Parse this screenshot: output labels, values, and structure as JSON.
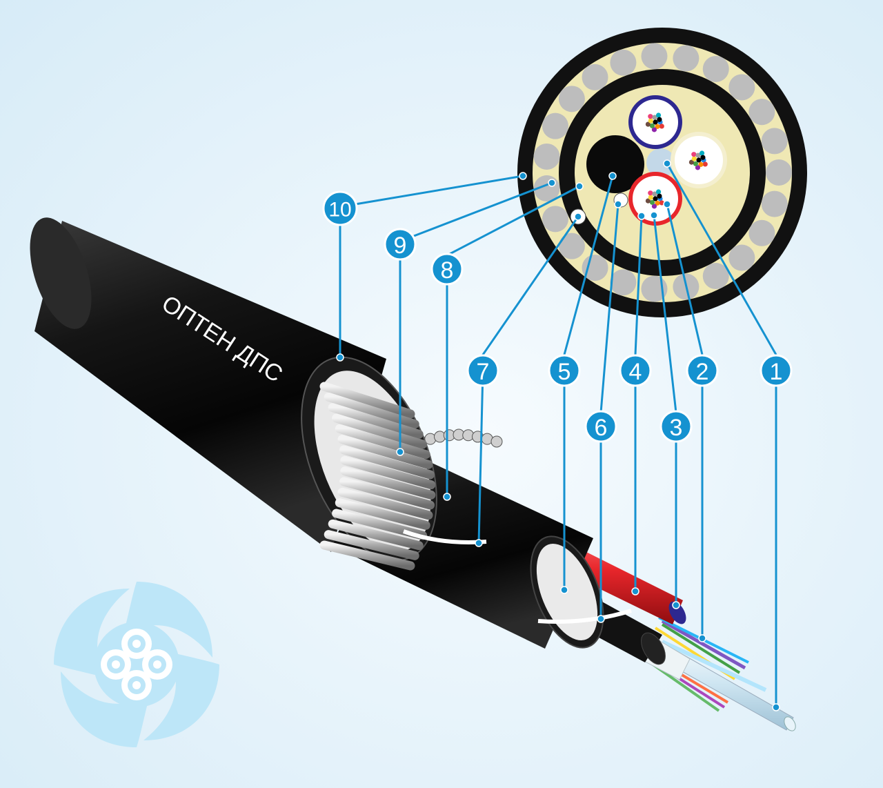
{
  "cable": {
    "marking": "ОПТЕН ДПС"
  },
  "callouts": [
    {
      "id": "1",
      "label": "1"
    },
    {
      "id": "2",
      "label": "2"
    },
    {
      "id": "3",
      "label": "3"
    },
    {
      "id": "4",
      "label": "4"
    },
    {
      "id": "5",
      "label": "5"
    },
    {
      "id": "6",
      "label": "6"
    },
    {
      "id": "7",
      "label": "7"
    },
    {
      "id": "8",
      "label": "8"
    },
    {
      "id": "9",
      "label": "9"
    },
    {
      "id": "10",
      "label": "10"
    }
  ],
  "colors": {
    "background": "#e6f3fb",
    "callout": "#1592d0",
    "sheath": "#111111",
    "armor_wire": "#b9b9b9",
    "filler": "#efe8b4",
    "tube_red": "#e8262b",
    "tube_blue": "#2d2890",
    "logo": "#bde6f8"
  },
  "icons": [
    "logo-icon"
  ]
}
